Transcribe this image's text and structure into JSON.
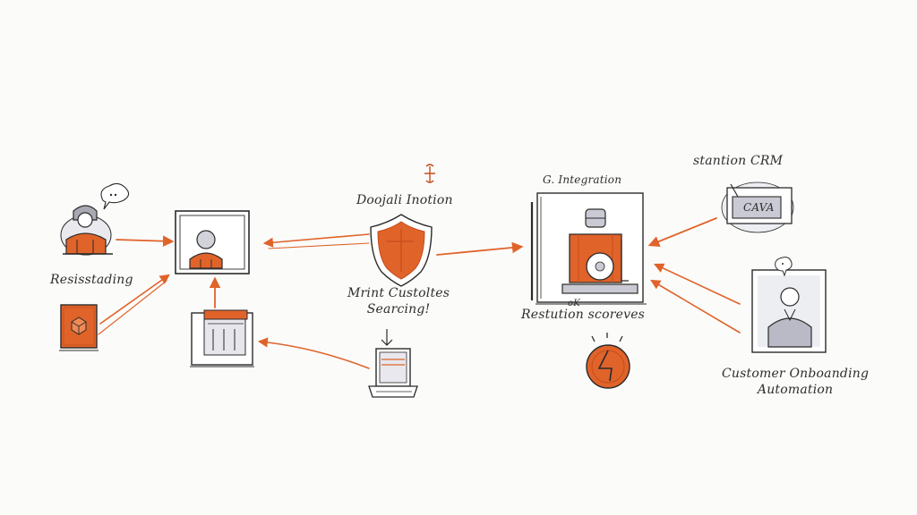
{
  "labels": {
    "resist": "Resisstading",
    "digital": "Doojali Inotion",
    "maint_line1": "Mrint Custoltes",
    "maint_line2": "Searcing!",
    "integration": "G. Integration",
    "crm_header": "stantion CRM",
    "crm_box": "CAVA",
    "ok_mark": "oK",
    "restore": "Restution scoreves",
    "onboarding_line1": "Customer Onboanding",
    "onboarding_line2": "Automation"
  },
  "colors": {
    "ink": "#2b2b2b",
    "accent": "#e0632a",
    "accent_dark": "#c44d1c",
    "gray_fill": "#c9cad3"
  },
  "icons": [
    "person-speech-icon",
    "orange-box-icon",
    "framed-person-icon",
    "document-stack-icon",
    "shield-icon",
    "laptop-icon",
    "person-machine-icon",
    "crm-box-icon",
    "dial-icon",
    "customer-portrait-icon"
  ]
}
